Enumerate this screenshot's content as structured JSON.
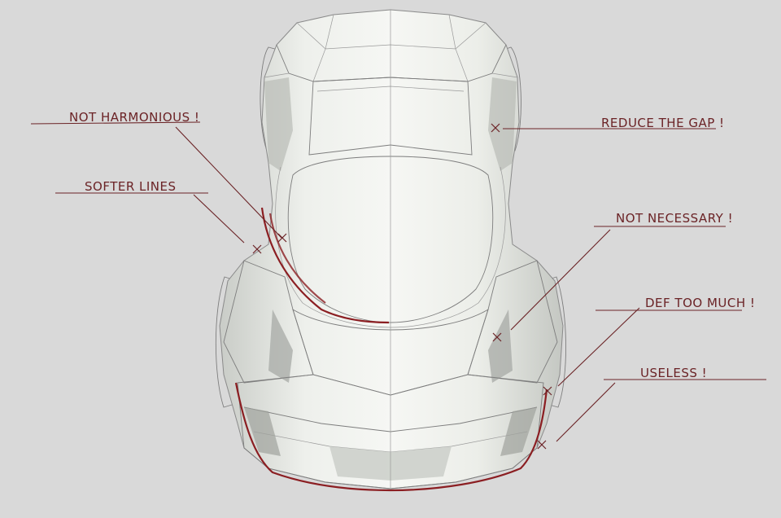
{
  "annotations": {
    "not_harmonious": "NOT HARMONIOUS !",
    "softer_lines": "SOFTER LINES",
    "reduce_gap": "REDUCE THE GAP !",
    "not_necessary": "NOT NECESSARY !",
    "def_too_much": "DEF TOO MUCH !",
    "useless": "USELESS !"
  },
  "colors": {
    "background": "#d9d9d9",
    "annotation_ink": "#6b2326",
    "correction_stroke": "#8b1e22",
    "body_light": "#f1f2ee",
    "body_shadow": "#b8bbb6"
  }
}
